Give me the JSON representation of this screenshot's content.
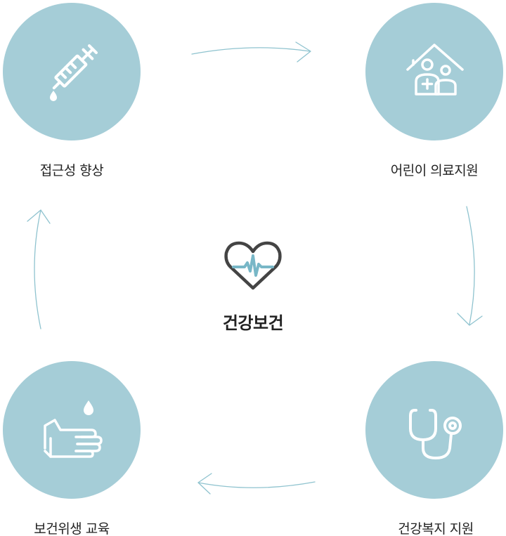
{
  "center": {
    "title": "건강보건",
    "icon": "heart-pulse-icon"
  },
  "nodes": [
    {
      "label": "접근성 향상",
      "icon": "syringe-icon"
    },
    {
      "label": "어린이 의료지원",
      "icon": "house-family-medical-icon"
    },
    {
      "label": "건강복지 지원",
      "icon": "stethoscope-icon"
    },
    {
      "label": "보건위생 교육",
      "icon": "handwash-icon"
    }
  ],
  "colors": {
    "circle": "#a5cdd7",
    "arrow": "#8fc3cf",
    "icon": "#ffffff",
    "heart_outline": "#444444",
    "pulse": "#78b7c7",
    "text": "#222222"
  }
}
